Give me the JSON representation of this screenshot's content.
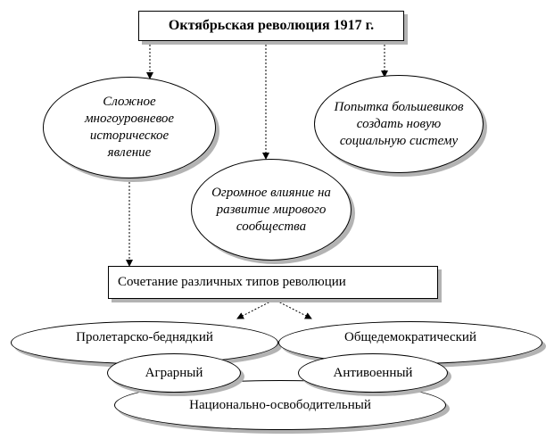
{
  "root": {
    "title": "Октябрьская революция 1917 г."
  },
  "characteristics": [
    {
      "text": "Сложное многоуровневое историческое явление"
    },
    {
      "text": "Огромное влияние на развитие мирового сообщества"
    },
    {
      "text": "Попытка большевиков создать новую социальную систему"
    }
  ],
  "combination": {
    "text": "Сочетание различных типов революции"
  },
  "revolution_types": [
    {
      "text": "Пролетарско-беднядкий"
    },
    {
      "text": "Общедемократический"
    },
    {
      "text": "Аграрный"
    },
    {
      "text": "Антивоенный"
    },
    {
      "text": "Национально-освободительный"
    }
  ],
  "colors": {
    "stroke": "#000000",
    "shadow": "#b3b3b3",
    "fill": "#ffffff"
  }
}
